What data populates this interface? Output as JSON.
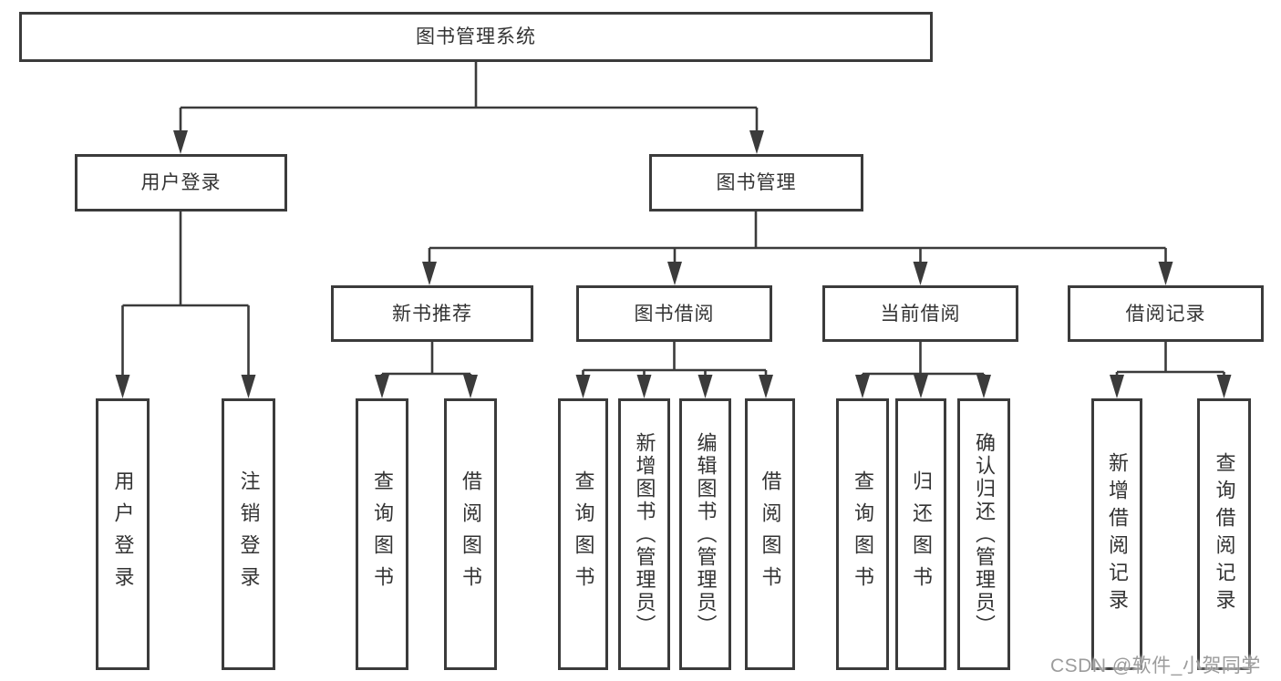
{
  "diagram_type": "hierarchy-tree",
  "tree": {
    "label": "图书管理系统",
    "children": [
      {
        "label": "用户登录",
        "children": [
          {
            "label": "用户登录"
          },
          {
            "label": "注销登录"
          }
        ]
      },
      {
        "label": "图书管理",
        "children": [
          {
            "label": "新书推荐",
            "children": [
              {
                "label": "查询图书"
              },
              {
                "label": "借阅图书"
              }
            ]
          },
          {
            "label": "图书借阅",
            "children": [
              {
                "label": "查询图书"
              },
              {
                "label": "新增图书（管理员）"
              },
              {
                "label": "编辑图书（管理员）"
              },
              {
                "label": "借阅图书"
              }
            ]
          },
          {
            "label": "当前借阅",
            "children": [
              {
                "label": "查询图书"
              },
              {
                "label": "归还图书"
              },
              {
                "label": "确认归还（管理员）"
              }
            ]
          },
          {
            "label": "借阅记录",
            "children": [
              {
                "label": "新增借阅记录"
              },
              {
                "label": "查询借阅记录"
              }
            ]
          }
        ]
      }
    ]
  },
  "watermark": "CSDN @软件_小贺同学",
  "colors": {
    "line": "#3b3b3b",
    "box_border": "#3b3b3b",
    "text": "#333333",
    "background": "#ffffff",
    "watermark": "#949494"
  }
}
